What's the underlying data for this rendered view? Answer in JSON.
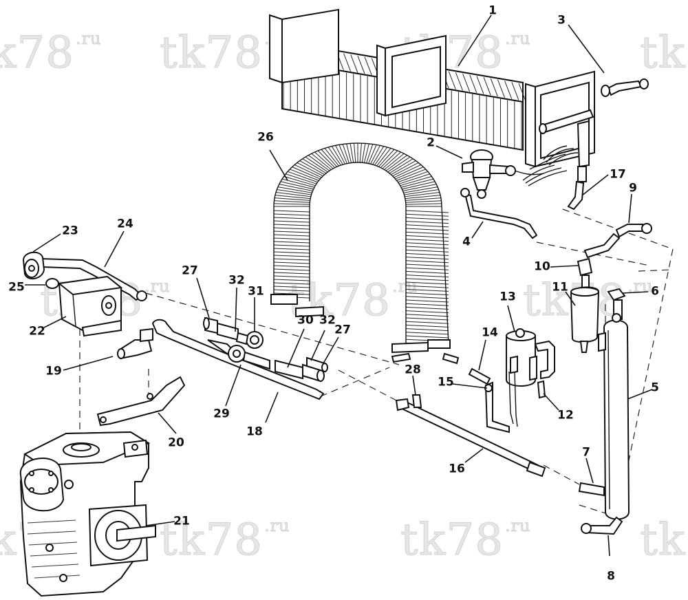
{
  "watermark": {
    "main": "tk78",
    "suffix": ".ru"
  },
  "callouts": [
    {
      "id": "c1",
      "label": "1"
    },
    {
      "id": "c2",
      "label": "2"
    },
    {
      "id": "c3",
      "label": "3"
    },
    {
      "id": "c4",
      "label": "4"
    },
    {
      "id": "c5",
      "label": "5"
    },
    {
      "id": "c6",
      "label": "6"
    },
    {
      "id": "c7",
      "label": "7"
    },
    {
      "id": "c8",
      "label": "8"
    },
    {
      "id": "c9",
      "label": "9"
    },
    {
      "id": "c10",
      "label": "10"
    },
    {
      "id": "c11",
      "label": "11"
    },
    {
      "id": "c12",
      "label": "12"
    },
    {
      "id": "c13",
      "label": "13"
    },
    {
      "id": "c14",
      "label": "14"
    },
    {
      "id": "c15",
      "label": "15"
    },
    {
      "id": "c16",
      "label": "16"
    },
    {
      "id": "c17",
      "label": "17"
    },
    {
      "id": "c18",
      "label": "18"
    },
    {
      "id": "c19",
      "label": "19"
    },
    {
      "id": "c20",
      "label": "20"
    },
    {
      "id": "c21",
      "label": "21"
    },
    {
      "id": "c22",
      "label": "22"
    },
    {
      "id": "c23",
      "label": "23"
    },
    {
      "id": "c24",
      "label": "24"
    },
    {
      "id": "c25",
      "label": "25"
    },
    {
      "id": "c26",
      "label": "26"
    },
    {
      "id": "c27a",
      "label": "27"
    },
    {
      "id": "c27b",
      "label": "27"
    },
    {
      "id": "c28",
      "label": "28"
    },
    {
      "id": "c29",
      "label": "29"
    },
    {
      "id": "c30",
      "label": "30"
    },
    {
      "id": "c31",
      "label": "31"
    },
    {
      "id": "c32a",
      "label": "32"
    },
    {
      "id": "c32b",
      "label": "32"
    }
  ]
}
